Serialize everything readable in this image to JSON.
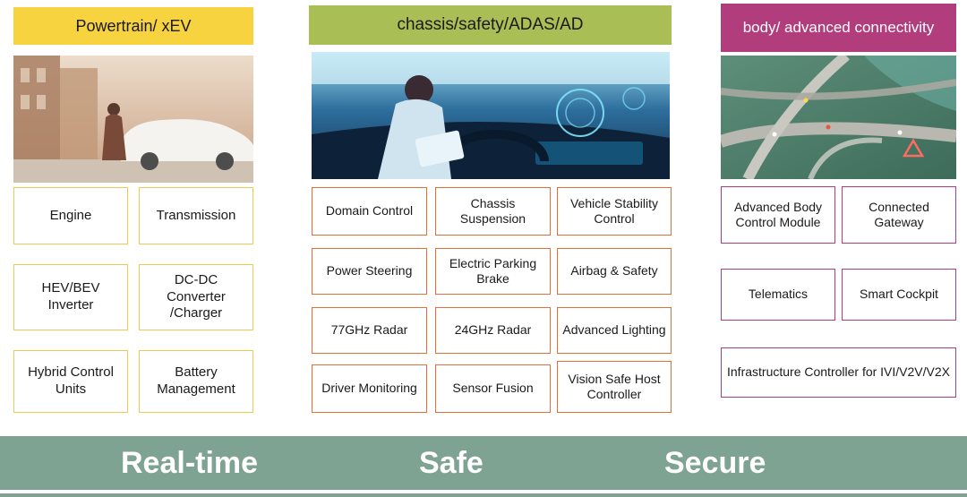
{
  "columns": [
    {
      "title": "Powertrain/ xEV",
      "photo": "electric-car-street-photo",
      "items": [
        "Engine",
        "Transmission",
        "HEV/BEV Inverter",
        "DC-DC Converter /Charger",
        "Hybrid Control Units",
        "Battery Management"
      ]
    },
    {
      "title": "chassis/safety/ADAS/AD",
      "photo": "autonomous-driving-interior-photo",
      "items": [
        "Domain Control",
        "Chassis Suspension",
        "Vehicle Stability Control",
        "Power Steering",
        "Electric Parking Brake",
        "Airbag & Safety",
        "77GHz Radar",
        "24GHz Radar",
        "Advanced Lighting",
        "Driver Monitoring",
        "Sensor Fusion",
        "Vision Safe Host Controller"
      ]
    },
    {
      "title": "body/ advanced connectivity",
      "photo": "highway-interchange-aerial-photo",
      "items": [
        "Advanced Body Control Module",
        "Connected Gateway",
        "Telematics",
        "Smart Cockpit",
        "Infrastructure Controller for IVI/V2V/V2X"
      ]
    }
  ],
  "footer": {
    "labels": [
      "Real-time",
      "Safe",
      "Secure"
    ]
  },
  "colors": {
    "powertrain_header": "#F6D33F",
    "chassis_header": "#A9BE55",
    "body_header": "#B13D7D",
    "powertrain_border": "#EACB4F",
    "chassis_border": "#DE7038",
    "body_border": "#B13D7D",
    "footer_band": "#7EA392"
  }
}
